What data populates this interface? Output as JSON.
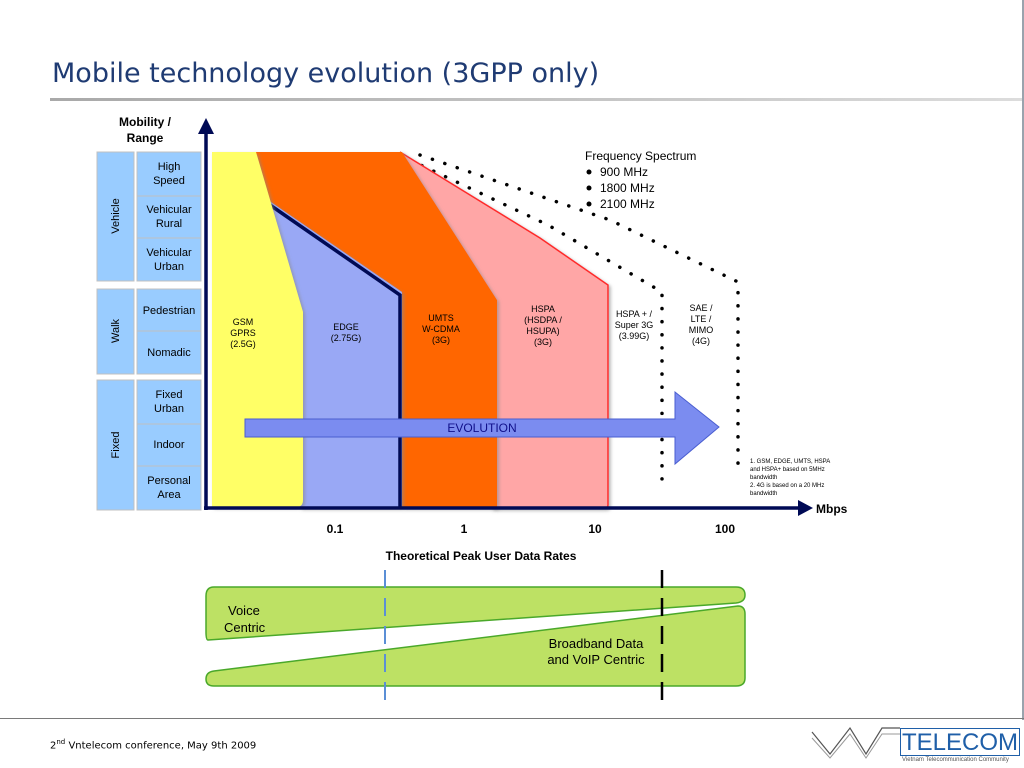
{
  "slide": {
    "title": "Mobile technology evolution (3GPP only)",
    "footer_ordinal": "2",
    "footer_suffix": "nd",
    "footer_text": " Vntelecom conference, May 9th 2009"
  },
  "logo": {
    "word": "TELECOM",
    "subtitle": "Vietnam Telecommunication Community"
  },
  "diagram": {
    "y_axis_label": [
      "Mobility /",
      "Range"
    ],
    "x_axis_label": "Mbps",
    "x_axis_title": "Theoretical Peak User Data Rates",
    "x_ticks": [
      "0.1",
      "1",
      "10",
      "100"
    ],
    "mobility_groups": [
      {
        "name": "Vehicle",
        "rows": [
          [
            "High",
            "Speed"
          ],
          [
            "Vehicular",
            "Rural"
          ],
          [
            "Vehicular",
            "Urban"
          ]
        ]
      },
      {
        "name": "Walk",
        "rows": [
          [
            "Pedestrian"
          ],
          [
            "Nomadic"
          ]
        ]
      },
      {
        "name": "Fixed",
        "rows": [
          [
            "Fixed",
            "Urban"
          ],
          [
            "Indoor"
          ],
          [
            "Personal",
            "Area"
          ]
        ]
      }
    ],
    "technologies": [
      {
        "label": [
          "GSM",
          "GPRS",
          "(2.5G)"
        ],
        "color": "#ffff66"
      },
      {
        "label": [
          "EDGE",
          "(2.75G)"
        ],
        "color": "#99a8f5"
      },
      {
        "label": [
          "UMTS",
          "W-CDMA",
          "(3G)"
        ],
        "color": "#ff6600"
      },
      {
        "label": [
          "HSPA",
          "(HSDPA /",
          "HSUPA)",
          "(3G)"
        ],
        "color": "#ffa6a6"
      },
      {
        "label": [
          "HSPA + /",
          "Super 3G",
          "(3.99G)"
        ],
        "color": "#ffffff"
      },
      {
        "label": [
          "SAE /",
          "LTE /",
          "MIMO",
          "(4G)"
        ],
        "color": "#ffffff"
      }
    ],
    "evolution_label": "EVOLUTION",
    "frequency_spectrum": {
      "title": "Frequency Spectrum",
      "items": [
        "900 MHz",
        "1800 MHz",
        "2100 MHz"
      ]
    },
    "notes": [
      "1. GSM, EDGE, UMTS, HSPA",
      "and HSPA+ based on 5MHz",
      "bandwidth",
      "2. 4G is based on a 20 MHz",
      "bandwidth"
    ],
    "bottom_band": {
      "voice_label": [
        "Voice",
        "Centric"
      ],
      "broadband_label": [
        "Broadband Data",
        "and VoIP Centric"
      ]
    }
  }
}
